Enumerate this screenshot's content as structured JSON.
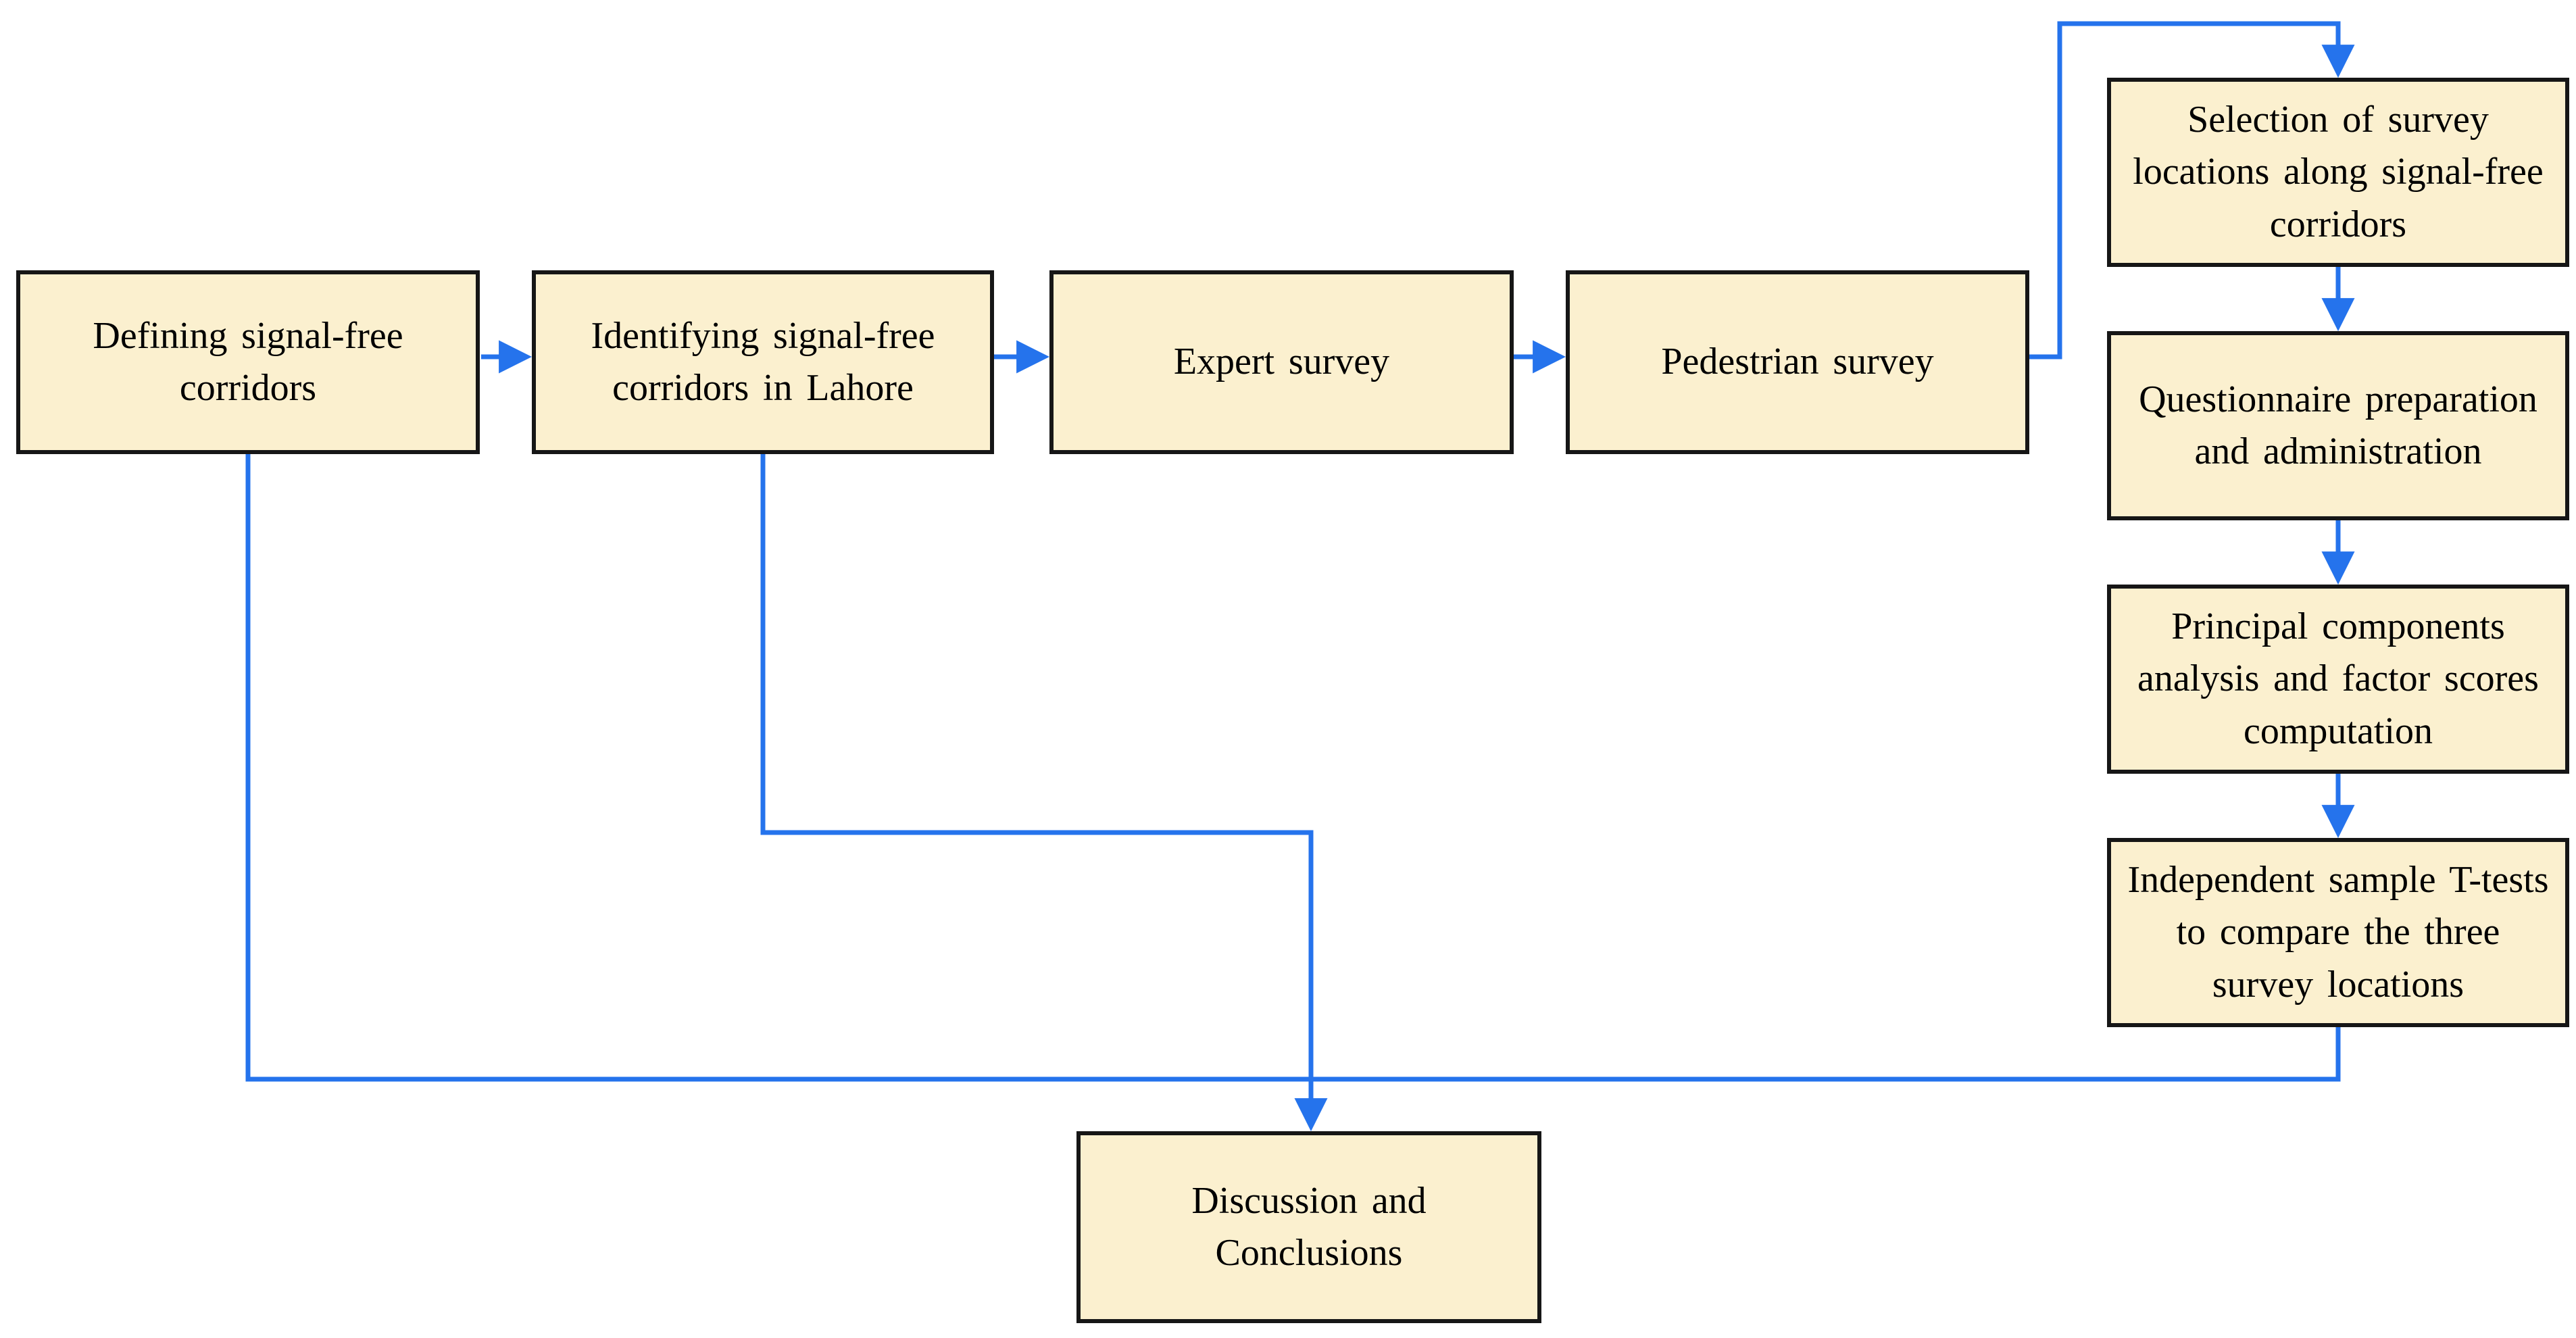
{
  "colors": {
    "node_fill": "#FBF0CF",
    "node_border": "#161616",
    "connector": "#2573EC",
    "text": "#000000",
    "background": "#FFFFFF"
  },
  "nodes": [
    {
      "id": "defining",
      "label": "Defining signal-free corridors"
    },
    {
      "id": "identifying",
      "label": "Identifying signal-free corridors in Lahore"
    },
    {
      "id": "expert",
      "label": "Expert survey"
    },
    {
      "id": "pedestrian",
      "label": "Pedestrian survey"
    },
    {
      "id": "selection",
      "label": "Selection of survey locations along signal-free corridors"
    },
    {
      "id": "questionnaire",
      "label": "Questionnaire preparation and administration"
    },
    {
      "id": "pca",
      "label": "Principal components analysis and factor scores computation"
    },
    {
      "id": "ttests",
      "label": "Independent sample T-tests to compare the three survey locations"
    },
    {
      "id": "discussion",
      "label": "Discussion and Conclusions"
    }
  ],
  "edges": [
    {
      "from": "defining",
      "to": "identifying"
    },
    {
      "from": "identifying",
      "to": "expert"
    },
    {
      "from": "expert",
      "to": "pedestrian"
    },
    {
      "from": "pedestrian",
      "to": "selection"
    },
    {
      "from": "selection",
      "to": "questionnaire"
    },
    {
      "from": "questionnaire",
      "to": "pca"
    },
    {
      "from": "pca",
      "to": "ttests"
    },
    {
      "from": "ttests",
      "to": "discussion"
    },
    {
      "from": "identifying",
      "to": "discussion"
    },
    {
      "from": "defining",
      "to": "discussion"
    }
  ]
}
